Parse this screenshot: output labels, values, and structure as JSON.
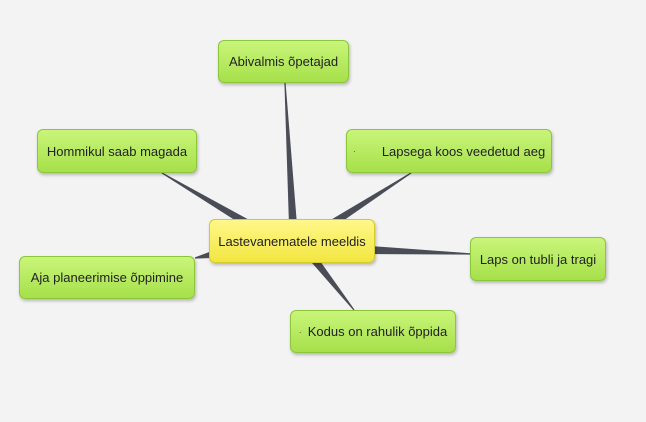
{
  "center": {
    "label": "Lastevanematele meeldis"
  },
  "nodes": [
    {
      "label": "Abivalmis õpetajad",
      "bullet": ""
    },
    {
      "label": "Hommikul saab magada",
      "bullet": ""
    },
    {
      "label": "Lapsega koos veedetud aeg",
      "bullet": "·"
    },
    {
      "label": "Laps on tubli ja tragi",
      "bullet": ""
    },
    {
      "label": "Aja planeerimise õppimine",
      "bullet": ""
    },
    {
      "label": "Kodus on rahulik õppida",
      "bullet": "·"
    }
  ],
  "colors": {
    "node": "#b5ea5e",
    "center": "#f8ee5a",
    "link": "#4a4d57"
  }
}
